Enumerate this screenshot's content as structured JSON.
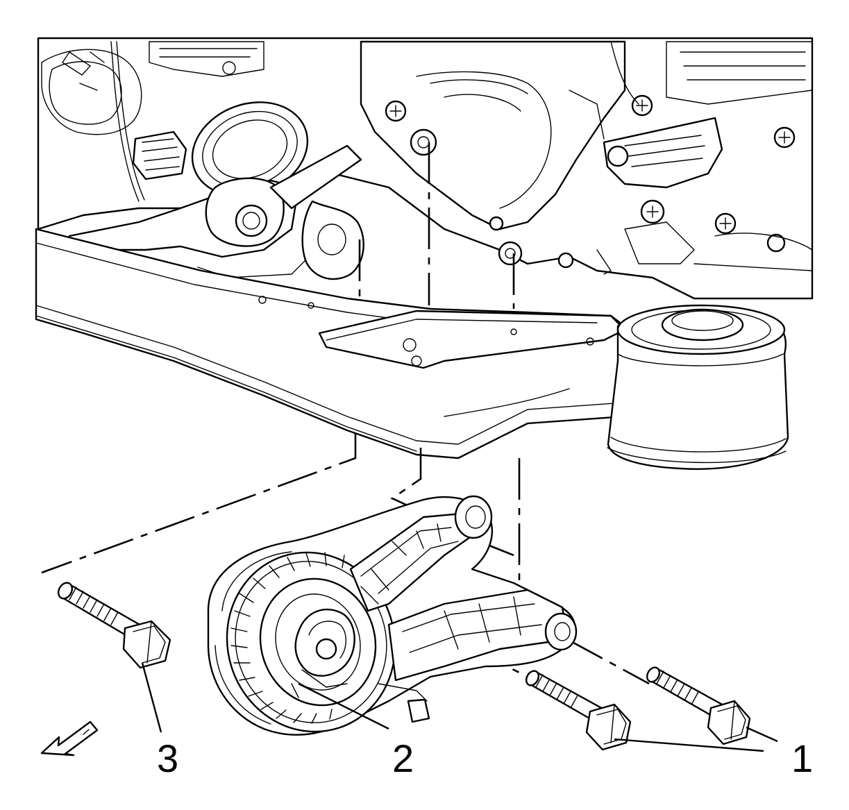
{
  "callouts": [
    {
      "id": "1",
      "label": "1",
      "part": "bolts"
    },
    {
      "id": "2",
      "label": "2",
      "part": "transmission-mount"
    },
    {
      "id": "3",
      "label": "3",
      "part": "bolt"
    }
  ],
  "direction_indicator": {
    "icon": "forward-arrow-icon",
    "direction": "front"
  },
  "colors": {
    "line": "#000000",
    "background": "#ffffff"
  }
}
